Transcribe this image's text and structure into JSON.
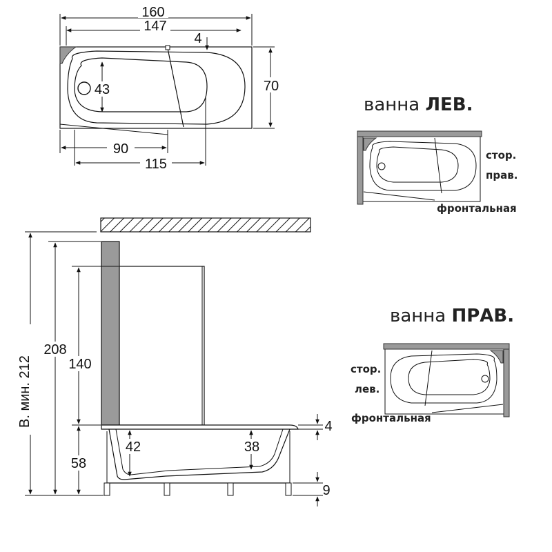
{
  "top_view": {
    "width_total": "160",
    "width_inner": "147",
    "gap": "4",
    "depth": "70",
    "drain_dia": "43",
    "offset_a": "90",
    "offset_b": "115"
  },
  "side_view": {
    "height_min": "В. мин. 212",
    "height_total": "208",
    "height_screen": "140",
    "height_bath": "58",
    "rim": "4",
    "depth_left": "42",
    "depth_right": "38",
    "foot": "9"
  },
  "variant_left": {
    "prefix": "ванна ",
    "name": "ЛЕВ.",
    "side_label_1": "стор.",
    "side_label_2": "прав.",
    "front_label": "фронтальная"
  },
  "variant_right": {
    "prefix": "ванна ",
    "name": "ПРАВ.",
    "side_label_1": "стор.",
    "side_label_2": "лев.",
    "front_label": "фронтальная"
  }
}
